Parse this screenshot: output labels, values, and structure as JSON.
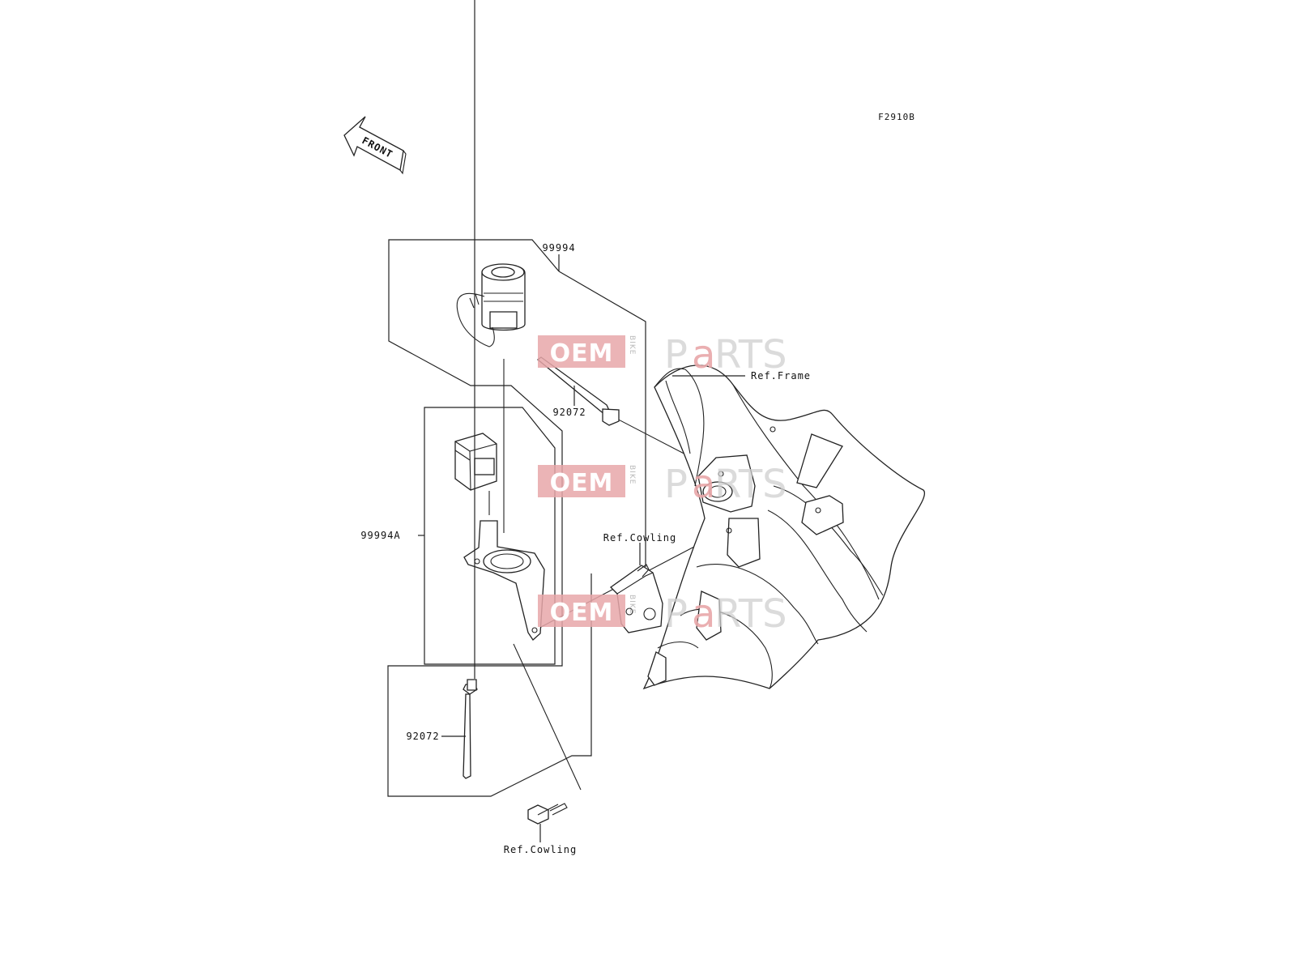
{
  "figure_code": "F2910B",
  "front_label": "FRONT",
  "parts": {
    "kit_main": "99994",
    "kit_sub": "99994A",
    "tie_upper": "92072",
    "tie_lower": "92072"
  },
  "refs": {
    "frame": "Ref.Frame",
    "cowling_mid": "Ref.Cowling",
    "cowling_bottom": "Ref.Cowling"
  },
  "watermark": {
    "oem": "OEM",
    "bike": "BIKE",
    "p": "P",
    "a": "a",
    "rts": "RTS"
  }
}
